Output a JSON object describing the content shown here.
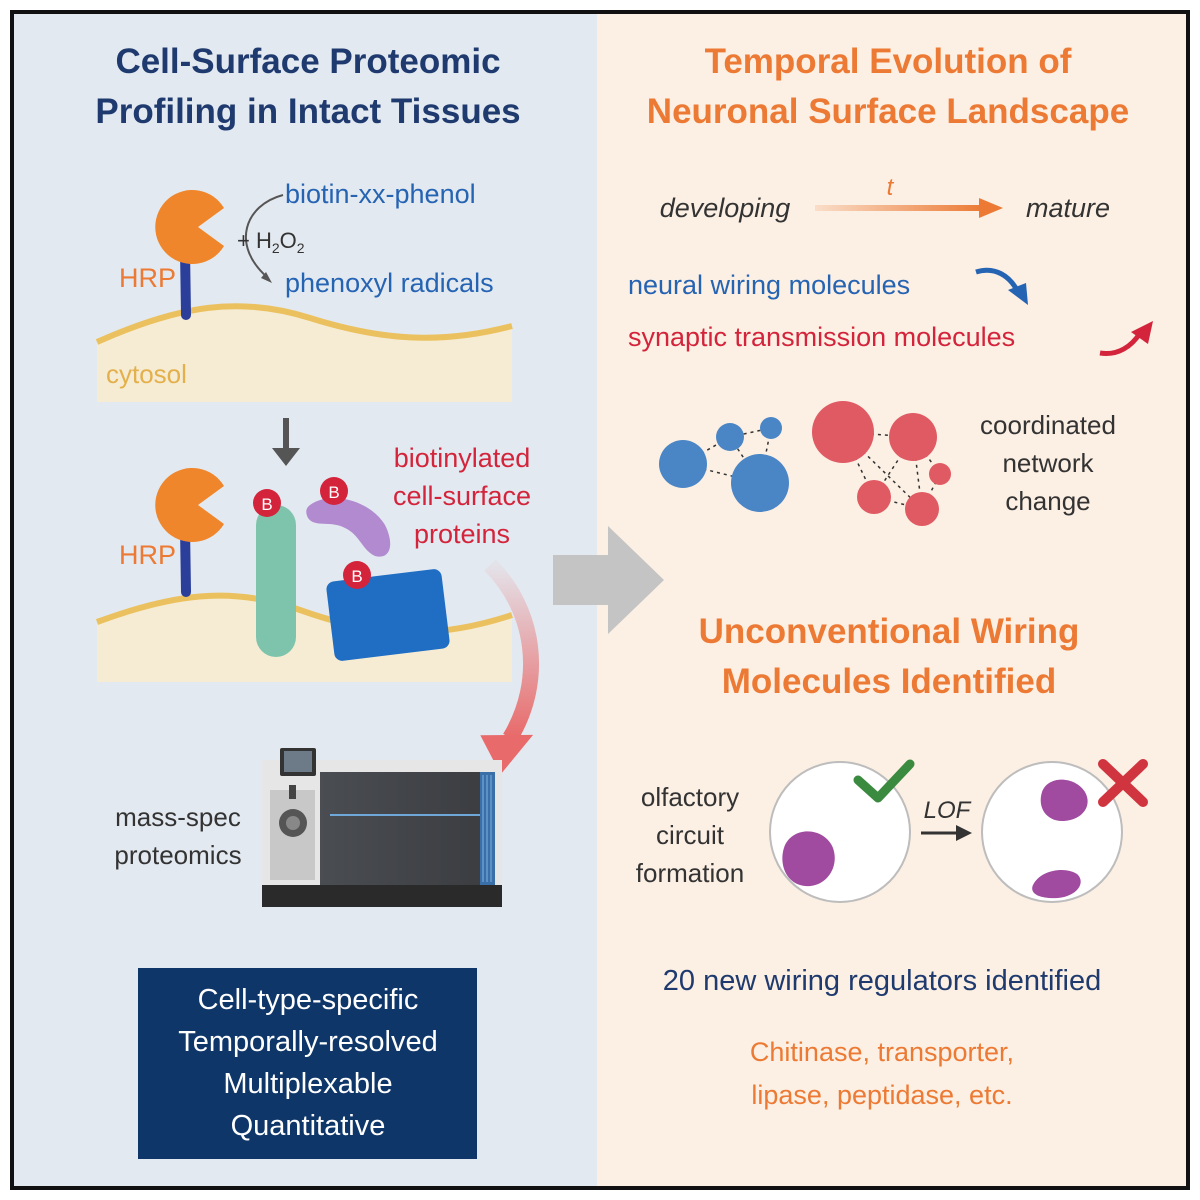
{
  "left_panel": {
    "title_line1": "Cell-Surface Proteomic",
    "title_line2": "Profiling in Intact Tissues",
    "hrp_label": "HRP",
    "reagent": "biotin-xx-phenol",
    "plus": "+ H",
    "h2o2_sub1": "2",
    "h2o2_o": "O",
    "h2o2_sub2": "2",
    "product": "phenoxyl radicals",
    "cytosol_label": "cytosol",
    "biotin_badge": "B",
    "biotinylated_line1": "biotinylated",
    "biotinylated_line2": "cell-surface",
    "biotinylated_line3": "proteins",
    "massspec_line1": "mass-spec",
    "massspec_line2": "proteomics",
    "features": [
      "Cell-type-specific",
      "Temporally-resolved",
      "Multiplexable",
      "Quantitative"
    ]
  },
  "right_panel": {
    "title_line1": "Temporal Evolution of",
    "title_line2": "Neuronal Surface Landscape",
    "developing": "developing",
    "time_label": "t",
    "mature": "mature",
    "neural_wiring": "neural wiring molecules",
    "synaptic": "synaptic transmission molecules",
    "network_line1": "coordinated",
    "network_line2": "network",
    "network_line3": "change",
    "section2_line1": "Unconventional Wiring",
    "section2_line2": "Molecules Identified",
    "olfactory_line1": "olfactory",
    "olfactory_line2": "circuit",
    "olfactory_line3": "formation",
    "lof": "LOF",
    "regulators": "20 new wiring regulators identified",
    "examples_line1": "Chitinase, transporter,",
    "examples_line2": "lipase, peptidase, etc."
  },
  "colors": {
    "left_bg": "#e3e9f0",
    "right_bg": "#fcefe3",
    "hrp": "#f0862b",
    "navy": "#1f3a6e",
    "blue_node": "#4a86c6",
    "red_node": "#e05a63",
    "check": "#3a8a3f",
    "cross": "#d0343f"
  }
}
